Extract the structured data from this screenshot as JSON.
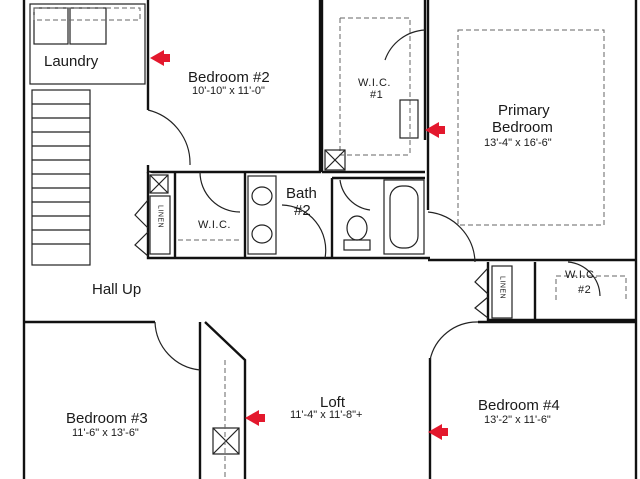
{
  "rooms": {
    "laundry": "Laundry",
    "bedroom2": "Bedroom #2",
    "bedroom2_dim": "10'-10\" x 11'-0\"",
    "wic1_a": "W.I.C.",
    "wic1_b": "#1",
    "primary_a": "Primary",
    "primary_b": "Bedroom",
    "primary_dim": "13'-4\" x 16'-6\"",
    "wic_hall": "W.I.C.",
    "bath_a": "Bath",
    "bath_b": "#2",
    "linen_left": "LINEN",
    "hall": "Hall Up",
    "linen_right": "LINEN",
    "wic2_a": "W.I.C.",
    "wic2_b": "#2",
    "loft": "Loft",
    "loft_dim": "11'-4\" x 11'-8\"+",
    "bedroom3": "Bedroom #3",
    "bedroom3_dim": "11'-6\" x 13'-6\"",
    "bedroom4": "Bedroom #4",
    "bedroom4_dim": "13'-2\" x 11'-6\""
  },
  "smoke_markers": [
    "smoke-detector-bedroom2",
    "smoke-detector-primary",
    "smoke-detector-loft",
    "smoke-detector-bedroom4"
  ],
  "colors": {
    "marker": "#e3182d",
    "wall": "#111111"
  }
}
